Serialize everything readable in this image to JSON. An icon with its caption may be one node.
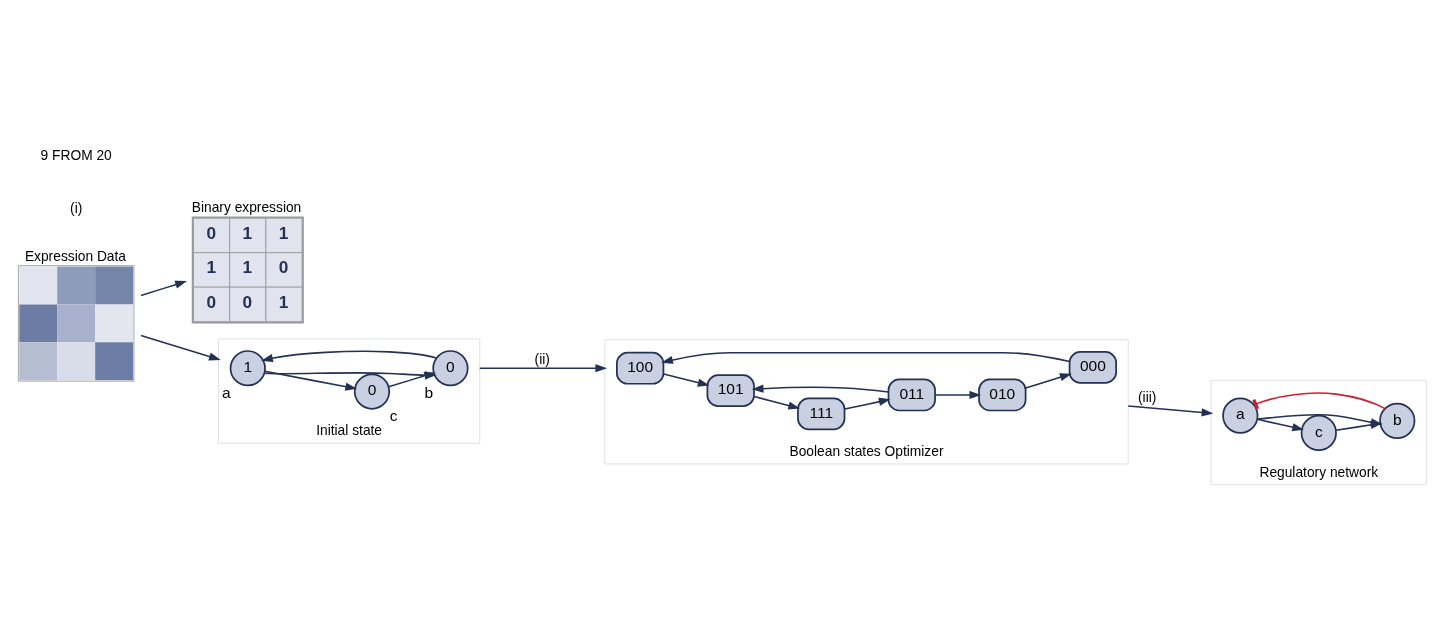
{
  "diagram": {
    "nodes": [
      {
        "text": [
          "Expression Data"
        ]
      },
      {
        "text": [
          "Binary expression",
          "0",
          "1",
          "1",
          "1",
          "1",
          "0",
          "0",
          "0",
          "1"
        ]
      },
      {
        "text": [
          "Initial state"
        ]
      },
      {
        "text": [
          "1"
        ],
        "beside": [
          "a"
        ],
        "in": 2
      },
      {
        "text": [
          "0"
        ],
        "beside": [
          "c"
        ],
        "in": 2
      },
      {
        "text": [
          "0"
        ],
        "beside": [
          "b"
        ],
        "in": 2
      },
      {
        "text": [
          "Boolean states Optimizer"
        ]
      },
      {
        "text": [
          "100"
        ],
        "in": 6
      },
      {
        "text": [
          "111"
        ],
        "in": 6
      },
      {
        "text": [
          "101"
        ],
        "in": 6
      },
      {
        "text": [
          "011"
        ],
        "in": 6
      },
      {
        "text": [
          "000"
        ],
        "in": 6
      },
      {
        "text": [
          "010"
        ],
        "in": 6
      },
      {
        "text": [
          "Regulatory network"
        ]
      },
      {
        "text": [
          "a"
        ],
        "in": 13
      },
      {
        "text": [
          "c"
        ],
        "in": 13
      },
      {
        "text": [
          "b"
        ],
        "in": 13
      }
    ],
    "edges": [
      {
        "from": 0,
        "to": 1,
        "arrow": "to"
      },
      {
        "from": 0,
        "to": 2,
        "arrow": "to"
      },
      {
        "from": 3,
        "to": 5,
        "arrow": "to"
      },
      {
        "from": 5,
        "to": 3,
        "arrow": "to"
      },
      {
        "from": 3,
        "to": 4,
        "arrow": "to"
      },
      {
        "from": 4,
        "to": 5,
        "arrow": "to"
      },
      {
        "from": 2,
        "to": 6,
        "arrow": "to",
        "label": "(ii)"
      },
      {
        "from": 7,
        "to": 9,
        "arrow": "to"
      },
      {
        "from": 9,
        "to": 8,
        "arrow": "to"
      },
      {
        "from": 8,
        "to": 10,
        "arrow": "to"
      },
      {
        "from": 10,
        "to": 9,
        "arrow": "to"
      },
      {
        "from": 10,
        "to": 12,
        "arrow": "to"
      },
      {
        "from": 12,
        "to": 11,
        "arrow": "to"
      },
      {
        "from": 11,
        "to": 7,
        "arrow": "to"
      },
      {
        "from": 6,
        "to": 13,
        "arrow": "to",
        "label": "(iii)"
      },
      {
        "from": 14,
        "to": 16,
        "arrow": "to"
      },
      {
        "from": 16,
        "to": 14,
        "arrow": "other",
        "color": "#cc1f2f"
      },
      {
        "from": 14,
        "to": 15,
        "arrow": "to"
      },
      {
        "from": 15,
        "to": 16,
        "arrow": "to"
      }
    ],
    "labels": [
      "(i)",
      "9 FROM 20"
    ]
  }
}
